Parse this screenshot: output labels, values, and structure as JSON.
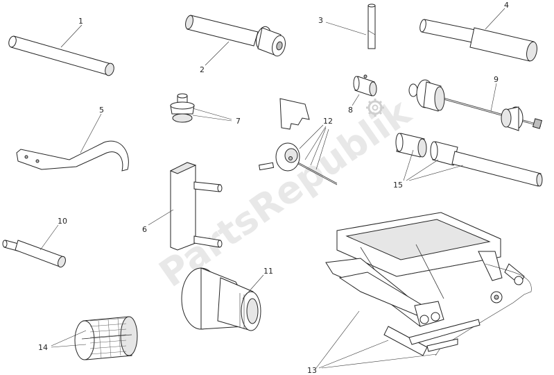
{
  "watermark": "PartsRepublik",
  "callouts": [
    "1",
    "2",
    "3",
    "4",
    "5",
    "6",
    "7",
    "8",
    "9",
    "10",
    "11",
    "12",
    "13",
    "14",
    "15"
  ]
}
